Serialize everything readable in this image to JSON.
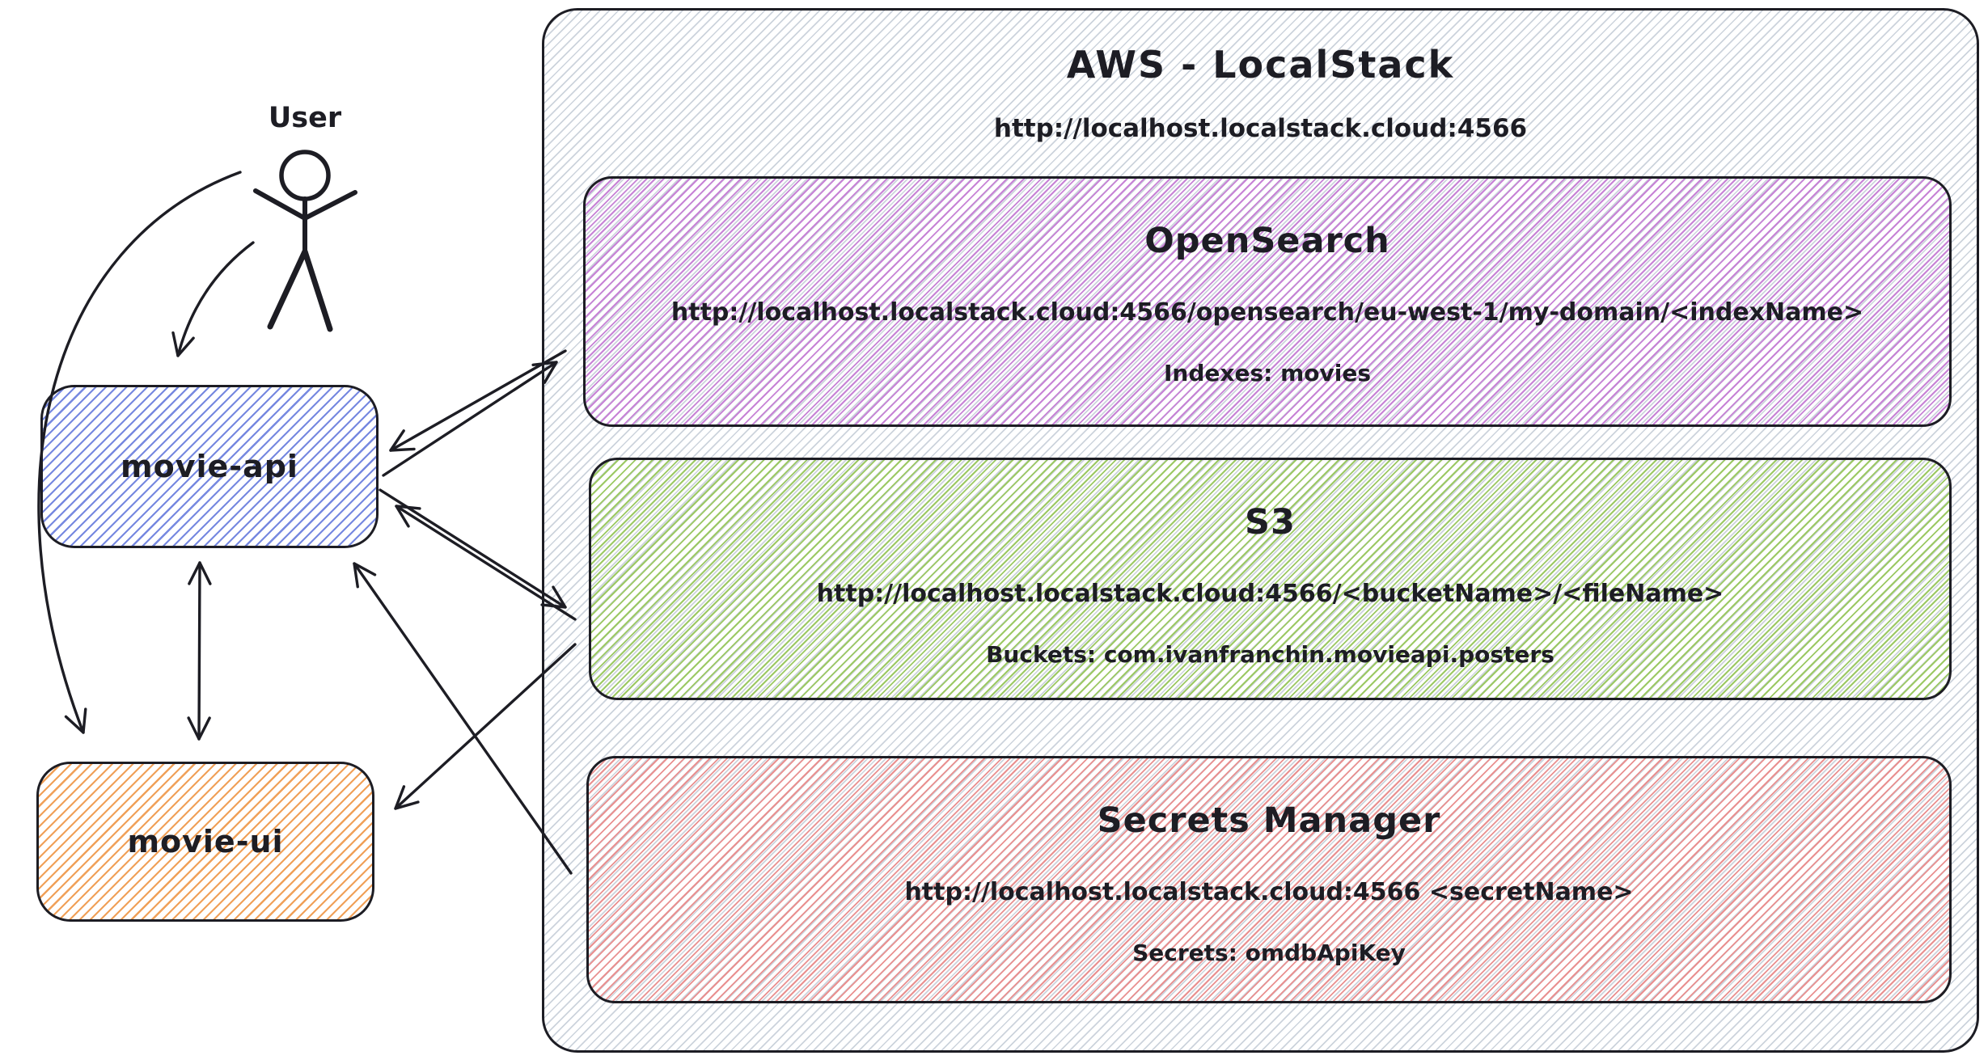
{
  "diagram": {
    "type": "architecture-sketch",
    "style": "excalidraw-hand-drawn"
  },
  "user": {
    "label": "User"
  },
  "nodes": {
    "movie_api": {
      "label": "movie-api",
      "hatch_color": "#7688e0"
    },
    "movie_ui": {
      "label": "movie-ui",
      "hatch_color": "#f0a058"
    }
  },
  "aws": {
    "title": "AWS - LocalStack",
    "url": "http://localhost.localstack.cloud:4566",
    "hatch_color": "#ccd3dc",
    "services": [
      {
        "name": "OpenSearch",
        "url": "http://localhost.localstack.cloud:4566/opensearch/eu-west-1/my-domain/<indexName>",
        "resources": "Indexes: movies",
        "hatch_color": "#c783d6"
      },
      {
        "name": "S3",
        "url": "http://localhost.localstack.cloud:4566/<bucketName>/<fileName>",
        "resources": "Buckets: com.ivanfranchin.movieapi.posters",
        "hatch_color": "#9cc964"
      },
      {
        "name": "Secrets Manager",
        "url": "http://localhost.localstack.cloud:4566 <secretName>",
        "resources": "Secrets: omdbApiKey",
        "hatch_color": "#e99090"
      }
    ]
  },
  "connections": [
    {
      "from": "User",
      "to": "movie-api",
      "arrowheads": "end"
    },
    {
      "from": "User",
      "to": "movie-ui",
      "arrowheads": "end"
    },
    {
      "from": "movie-api",
      "to": "movie-ui",
      "arrowheads": "both"
    },
    {
      "from": "movie-api",
      "to": "OpenSearch",
      "arrowheads": "end"
    },
    {
      "from": "OpenSearch",
      "to": "movie-api",
      "arrowheads": "end"
    },
    {
      "from": "movie-api",
      "to": "S3",
      "arrowheads": "end"
    },
    {
      "from": "S3",
      "to": "movie-api",
      "arrowheads": "end"
    },
    {
      "from": "S3",
      "to": "movie-ui",
      "arrowheads": "end"
    },
    {
      "from": "Secrets Manager",
      "to": "movie-api",
      "arrowheads": "end"
    }
  ],
  "ink_color": "#1d1d24"
}
